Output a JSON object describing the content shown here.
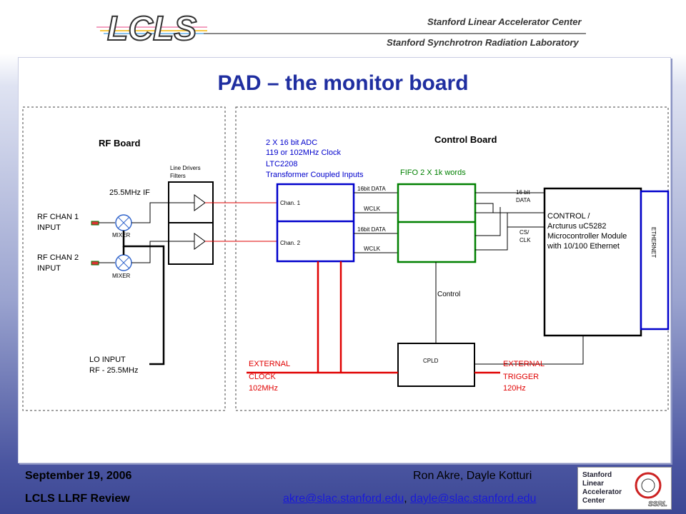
{
  "header": {
    "logo_text": "LCLS",
    "org_line1": "Stanford Linear Accelerator Center",
    "org_line2": "Stanford Synchrotron Radiation Laboratory"
  },
  "slide": {
    "title": "PAD – the monitor board"
  },
  "diagram": {
    "rf_board_label": "RF Board",
    "control_board_label": "Control Board",
    "line_drivers_1": "Line Drivers",
    "line_drivers_2": "Filters",
    "if_label": "25.5MHz IF",
    "rf_chan1_1": "RF CHAN 1",
    "rf_chan1_2": "INPUT",
    "rf_chan2_1": "RF CHAN 2",
    "rf_chan2_2": "INPUT",
    "mixer1": "MIXER",
    "mixer2": "MIXER",
    "lo_input_1": "LO INPUT",
    "lo_input_2": "RF - 25.5MHz",
    "adc_1": "2 X 16 bit ADC",
    "adc_2": "119 or 102MHz Clock",
    "adc_3": "LTC2208",
    "adc_4": "Transformer Coupled Inputs",
    "chan1": "Chan. 1",
    "chan2": "Chan. 2",
    "fifo_label": "FIFO 2 X 1k words",
    "data_1": "16bit DATA",
    "wclk_1": "WCLK",
    "data_2": "16bit DATA",
    "wclk_2": "WCLK",
    "ctrl_data_1": "16 bit",
    "ctrl_data_2": "DATA",
    "cs_1": "CS/",
    "cs_2": "CLK",
    "control_1": "CONTROL /",
    "control_2": "Arcturus uC5282",
    "control_3": "Microcontroller Module",
    "control_4": "with 10/100 Ethernet",
    "ethernet": "ETHERNET",
    "control_line": "Control",
    "cpld": "CPLD",
    "ext_clock_1": "EXTERNAL",
    "ext_clock_2": "CLOCK",
    "ext_clock_3": "102MHz",
    "ext_trig_1": "EXTERNAL",
    "ext_trig_2": "TRIGGER",
    "ext_trig_3": "120Hz",
    "colors": {
      "blue": "#0000cc",
      "green": "#008000",
      "red": "#e00000"
    }
  },
  "footer": {
    "date": "September 19, 2006",
    "review": "LCLS LLRF Review",
    "authors": "Ron Akre, Dayle Kotturi",
    "email1": "akre@slac.stanford.edu",
    "separator": ", ",
    "email2": "dayle@slac.stanford.edu"
  },
  "footer_logo": {
    "line1": "Stanford",
    "line2": "Linear",
    "line3": "Accelerator",
    "line4": "Center",
    "ssrl": "SSRL"
  }
}
